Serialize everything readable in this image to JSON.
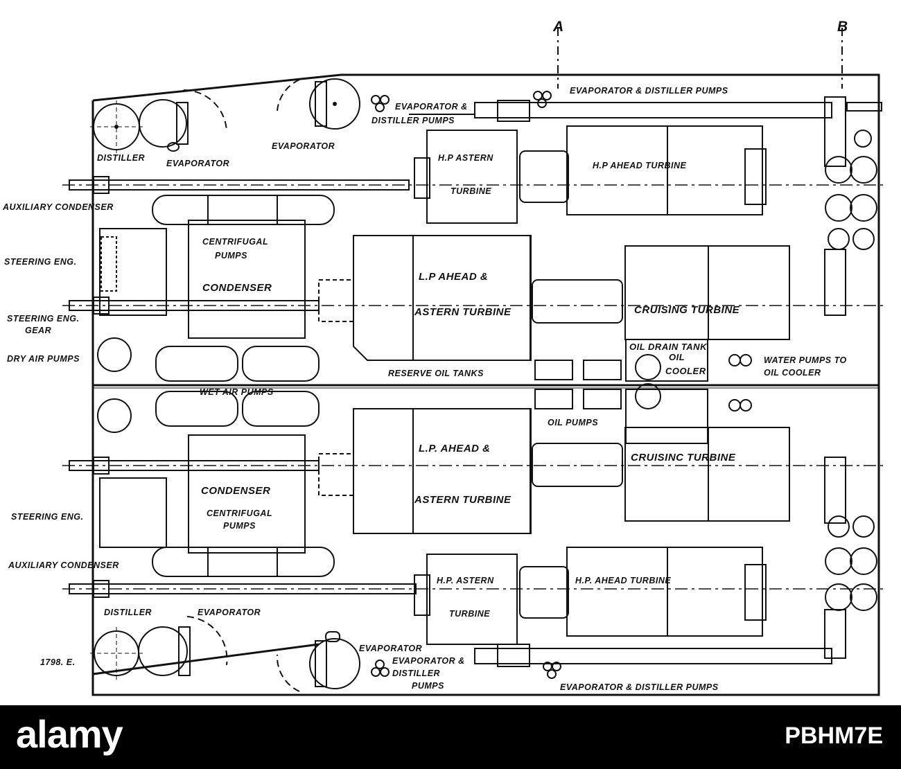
{
  "reference": {
    "label_a": "A",
    "label_b": "B",
    "drawing_no": "1798. E."
  },
  "labels": {
    "evap_distill_pumps_top": "EVAPORATOR & DISTILLER PUMPS",
    "evap_distill_pumps_small_1": "EVAPORATOR &",
    "evap_distill_pumps_small_2": "DISTILLER PUMPS",
    "distiller_top": "DISTILLER",
    "evaporator_top_1": "EVAPORATOR",
    "evaporator_top_2": "EVAPORATOR",
    "hp_astern_top_1": "H.P ASTERN",
    "hp_astern_top_2": "TURBINE",
    "hp_ahead_top": "H.P AHEAD TURBINE",
    "aux_condenser_top": "AUXILIARY CONDENSER",
    "steering_eng_top": "STEERING ENG.",
    "centrifugal_top_1": "CENTRIFUGAL",
    "centrifugal_top_2": "PUMPS",
    "condenser_top": "CONDENSER",
    "lp_top_1": "L.P AHEAD &",
    "lp_top_2": "ASTERN TURBINE",
    "steering_gear_1": "STEERING ENG.",
    "steering_gear_2": "GEAR",
    "cruising_top": "CRUISING TURBINE",
    "oil_drain_tank": "OIL DRAIN TANK",
    "oil_cooler_1": "OIL",
    "oil_cooler_2": "COOLER",
    "water_pumps_1": "WATER PUMPS TO",
    "water_pumps_2": "OIL COOLER",
    "dry_air_pumps": "DRY AIR PUMPS",
    "reserve_oil_tanks": "RESERVE OIL TANKS",
    "wet_air_pumps": "WET AIR PUMPS",
    "oil_pumps": "OIL PUMPS",
    "lp_bot_1": "L.P. AHEAD &",
    "lp_bot_2": "ASTERN TURBINE",
    "cruising_bot": "CRUISINC TURBINE",
    "condenser_bot": "CONDENSER",
    "steering_eng_bot": "STEERING ENG.",
    "centrifugal_bot_1": "CENTRIFUGAL",
    "centrifugal_bot_2": "PUMPS",
    "aux_condenser_bot": "AUXILIARY CONDENSER",
    "hp_astern_bot_1": "H.P. ASTERN",
    "hp_astern_bot_2": "TURBINE",
    "hp_ahead_bot": "H.P. AHEAD TURBINE",
    "distiller_bot": "DISTILLER",
    "evaporator_bot_1": "EVAPORATOR",
    "evaporator_bot_2": "EVAPORATOR",
    "evap_distill_pumps_bot_small_1": "EVAPORATOR &",
    "evap_distill_pumps_bot_small_2": "DISTILLER",
    "evap_distill_pumps_bot_small_3": "PUMPS",
    "evap_distill_pumps_bot": "EVAPORATOR & DISTILLER PUMPS"
  },
  "watermark": {
    "brand": "alamy",
    "stock_id": "PBHM7E"
  }
}
